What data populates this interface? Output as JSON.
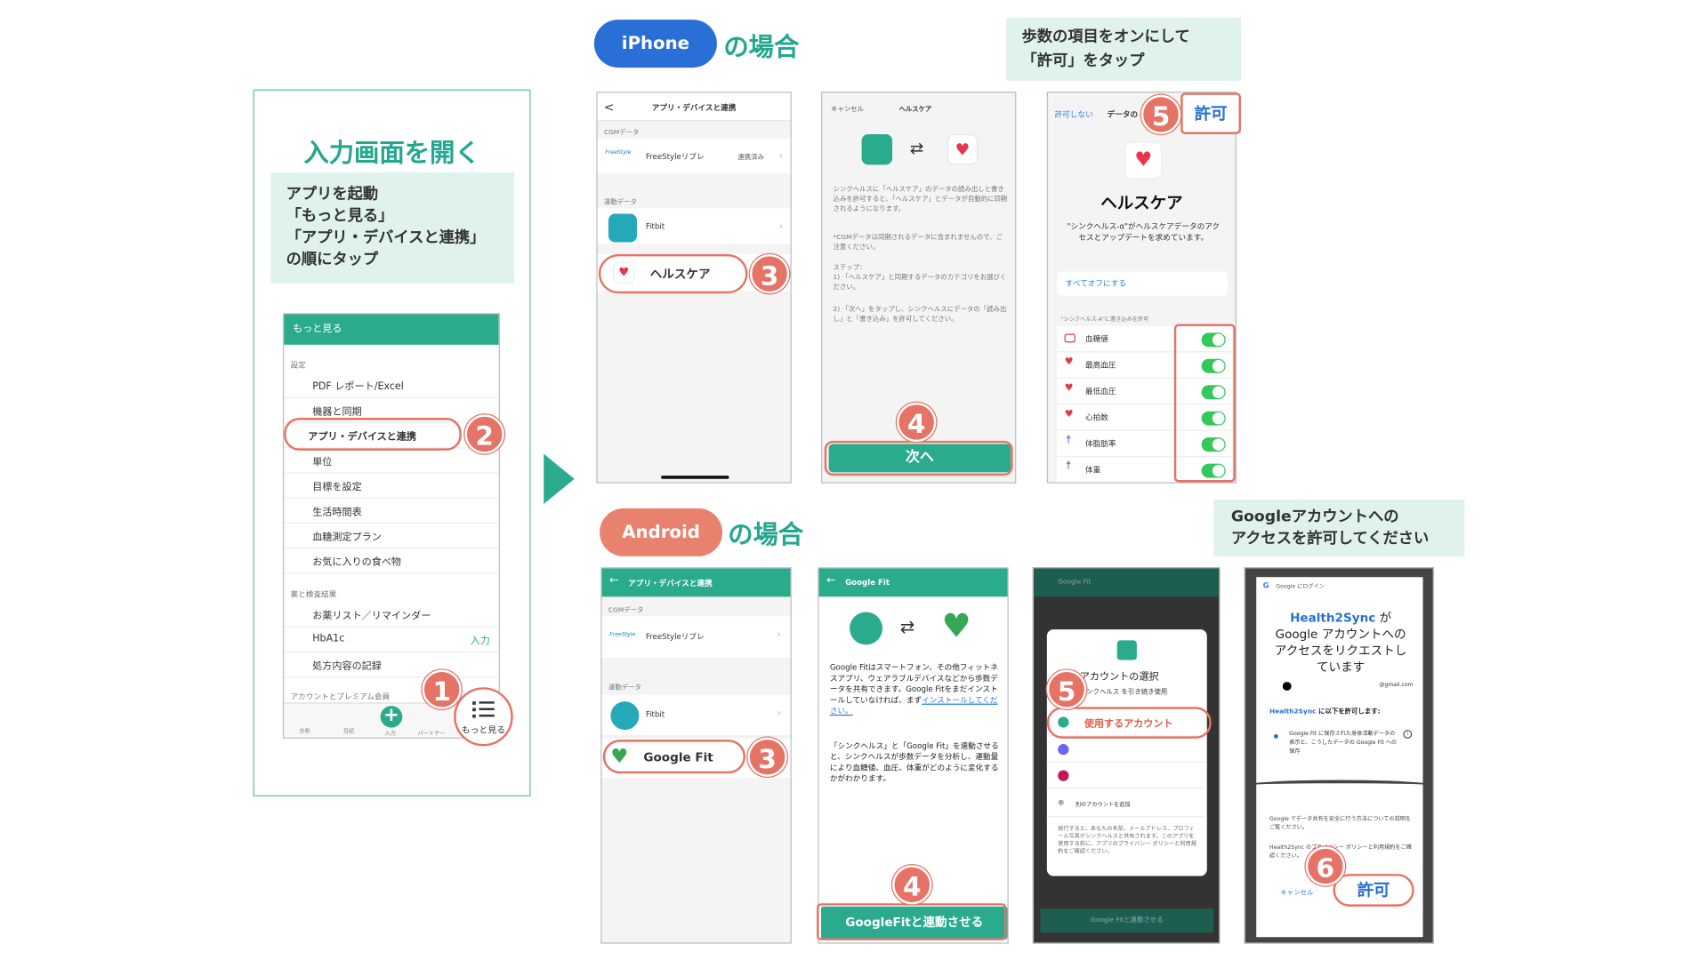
{
  "left_panel": {
    "title": "入力画面を開く",
    "instruction_lines": [
      "アプリを起動",
      "「もっと見る」",
      "「アプリ・デバイスと連携」",
      "の順にタップ"
    ],
    "phone": {
      "header": "もっと見る",
      "section_settings": "設定",
      "items": [
        "PDF レポート/Excel",
        "機器と同期",
        "アプリ・デバイスと連携",
        "単位",
        "目標を設定",
        "生活時間表",
        "血糖測定プラン",
        "お気に入りの食べ物"
      ],
      "section_medicine": "薬と検査結果",
      "medicine_items": [
        "お薬リスト／リマインダー",
        "HbA1c",
        "処方内容の記録"
      ],
      "hba1c_action": "入力",
      "section_account": "アカウントとプレミアム会員",
      "tabs": [
        "分析",
        "日記",
        "入力",
        "パートナー",
        "もっと見る"
      ]
    },
    "badges": [
      "1",
      "2"
    ]
  },
  "iphone": {
    "label": "iPhone",
    "suffix": "の場合",
    "note_lines": [
      "歩数の項目をオンにして",
      "「許可」をタップ"
    ],
    "screen1": {
      "title": "アプリ・デバイスと連携",
      "section_cgm": "CGMデータ",
      "freestyle": "FreeStyleリブレ",
      "freestyle_status": "連携済み",
      "section_exercise": "運動データ",
      "fitbit": "Fitbit",
      "healthcare": "ヘルスケア",
      "badge": "3"
    },
    "screen2": {
      "cancel": "キャンセル",
      "title": "ヘルスケア",
      "text1": "シンクヘルスに「ヘルスケア」のデータの読み出しと書き込みを許可すると、「ヘルスケア」とデータが自動的に同期されるようになります。",
      "text2": "*CGMデータは同期されるデータに含まれませんので、ご注意ください。",
      "text3": "ステップ：\n1) 「ヘルスケア」と同期するデータのカテゴリをお選びください。",
      "text4": "2) 「次へ」をタップし、シンクヘルスにデータの「読み出し」と「書き込み」を許可してください。",
      "next": "次へ",
      "badge": "4"
    },
    "screen3": {
      "deny": "許可しない",
      "data_access": "データの",
      "allow": "許可",
      "title": "ヘルスケア",
      "desc": "\"シンクヘルス-α\"がヘルスケアデータのアクセスとアップデートを求めています。",
      "all_off": "すべてオフにする",
      "write_label": "\"シンクヘルス-A\"に書き込みを許可",
      "items": [
        "血糖値",
        "最高血圧",
        "最低血圧",
        "心拍数",
        "体脂肪率",
        "体重"
      ],
      "badge": "5"
    }
  },
  "android": {
    "label": "Android",
    "suffix": "の場合",
    "note_lines": [
      "Googleアカウントへの",
      "アクセスを許可してください"
    ],
    "screen1": {
      "title": "アプリ・デバイスと連携",
      "section_cgm": "CGMデータ",
      "freestyle": "FreeStyleリブレ",
      "section_exercise": "運動データ",
      "fitbit": "Fitbit",
      "googlefit": "Google Fit",
      "badge": "3"
    },
    "screen2": {
      "title": "Google Fit",
      "text1": "Google Fitはスマートフォン、その他フィットネスアプリ、ウェアラブルデバイスなどから歩数データを共有できます。Google Fitをまだインストールしていなければ、まず",
      "install_link": "インストールしてください。",
      "text2": "「シンクヘルス」と「Google Fit」を連動させると、シンクヘルスが歩数データを分析し、運動量により血糖値、血圧、体重がどのように変化するかがわかります。",
      "connect": "GoogleFitと連動させる",
      "badge": "4"
    },
    "screen3": {
      "top_title": "Google Fit",
      "dialog_title": "アカウントの選択",
      "dialog_sub": "シンクヘルス を引き続き使用",
      "use_account": "使用するアカウント",
      "add_account": "別のアカウントを追加",
      "footer": "続行すると、あなたの名前、メールアドレス、プロフィール写真がシンクヘルスと共有されます。このアプリを使用する前に、アプリのプライバシー ポリシーと利用規約をご確認ください。",
      "bottom_btn": "Google Fitと連動させる",
      "badge": "5"
    },
    "screen4": {
      "top": "Google にログイン",
      "heading_app": "Health2Sync",
      "heading_rest": " が Google アカウントへのアクセスをリクエストしています",
      "email": "@gmail.com",
      "allow_label_app": "Health2Sync",
      "allow_label_rest": " に以下を許可します:",
      "permission": "Google Fit に保存された身体活動データの表示と、こうしたデータの Google Fit への保存",
      "share_text": "Google でデータ共有を安全に行う方法についての説明をご覧ください。",
      "privacy_text": "Health2Sync のプライバシー ポリシーと利用規約をご確認ください。",
      "cancel": "キャンセル",
      "allow": "許可",
      "badge": "6"
    }
  },
  "colors": {
    "teal": "#2bab8e",
    "coral": "#e57366",
    "blue": "#2a6fd6",
    "note_bg": "#dff2ec"
  }
}
